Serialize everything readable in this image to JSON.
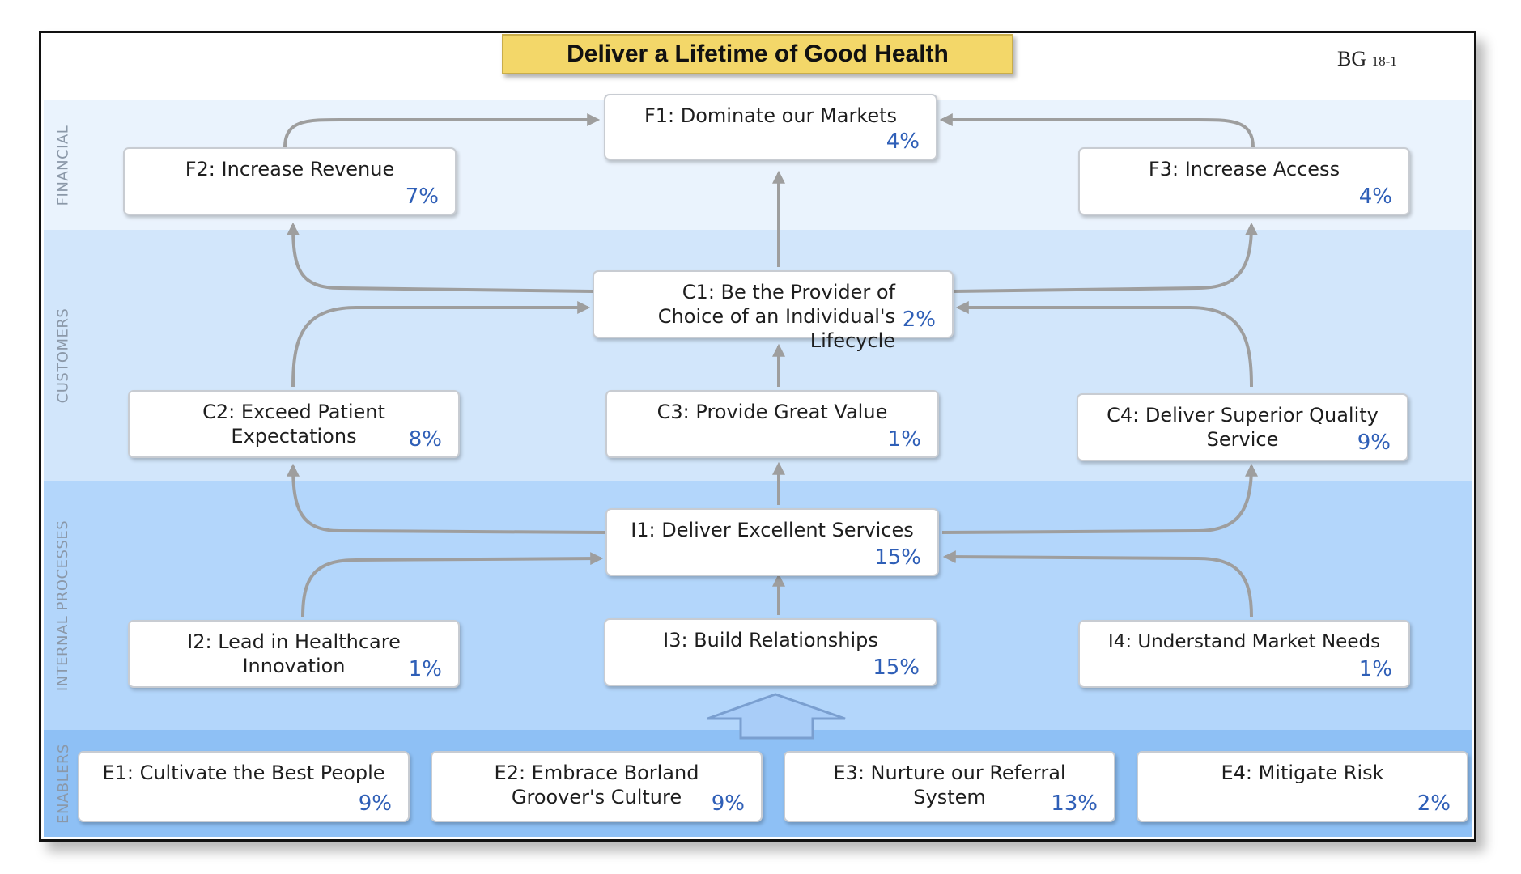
{
  "diagram": {
    "title": "Deliver a Lifetime of Good Health",
    "code": "BG",
    "code_suffix": "18-1",
    "perspectives": {
      "financial": "FINANCIAL",
      "customers": "CUSTOMERS",
      "internal": "INTERNAL PROCESSES",
      "enablers": "ENABLERS"
    },
    "objectives": {
      "f1": {
        "label": "F1: Dominate our Markets",
        "weight": "4%"
      },
      "f2": {
        "label": "F2: Increase Revenue",
        "weight": "7%"
      },
      "f3": {
        "label": "F3: Increase Access",
        "weight": "4%"
      },
      "c1": {
        "label": "C1: Be the Provider of Choice of an Individual's Lifecycle",
        "weight": "2%"
      },
      "c2": {
        "label": "C2: Exceed Patient Expectations",
        "weight": "8%"
      },
      "c3": {
        "label": "C3: Provide Great Value",
        "weight": "1%"
      },
      "c4": {
        "label": "C4: Deliver Superior Quality Service",
        "weight": "9%"
      },
      "i1": {
        "label": "I1: Deliver Excellent Services",
        "weight": "15%"
      },
      "i2": {
        "label": "I2: Lead in Healthcare Innovation",
        "weight": "1%"
      },
      "i3": {
        "label": "I3: Build Relationships",
        "weight": "15%"
      },
      "i4": {
        "label": "I4: Understand Market Needs",
        "weight": "1%"
      },
      "e1": {
        "label": "E1: Cultivate the Best People",
        "weight": "9%"
      },
      "e2": {
        "label": "E2: Embrace Borland Groover's Culture",
        "weight": "9%"
      },
      "e3": {
        "label": "E3: Nurture our Referral System",
        "weight": "13%"
      },
      "e4": {
        "label": "E4: Mitigate Risk",
        "weight": "2%"
      }
    },
    "colors": {
      "financial_band": "#eaf3fd",
      "customers_band": "#d2e6fb",
      "internal_band": "#b3d6fb",
      "enablers_band": "#8ec0f5",
      "title_fill": "#f3d769",
      "weight_text": "#2f5fb7",
      "arrow": "#9e9e9e"
    }
  }
}
